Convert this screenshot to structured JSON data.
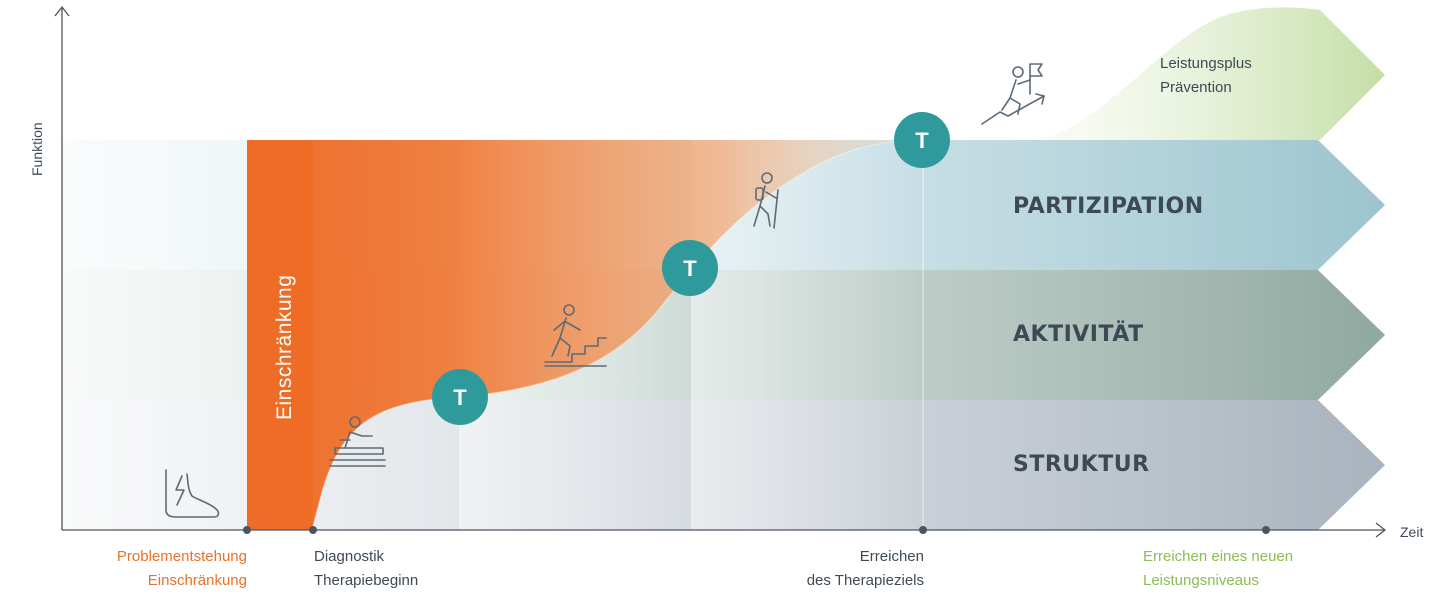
{
  "axes": {
    "y_label": "Funktion",
    "x_label": "Zeit"
  },
  "bands": {
    "structure": "STRUKTUR",
    "activity": "AKTIVITÄT",
    "participation": "PARTIZIPATION"
  },
  "restriction_label": "Einschränkung",
  "bonus": {
    "line1": "Leistungsplus",
    "line2": "Prävention"
  },
  "therapy_marker": "T",
  "milestones": [
    {
      "line1": "Problementstehung",
      "line2": "Einschränkung"
    },
    {
      "line1": "Diagnostik",
      "line2": "Therapiebeginn"
    },
    {
      "line1": "Erreichen",
      "line2": "des Therapieziels"
    },
    {
      "line1": "Erreichen eines neuen",
      "line2": "Leistungsniveaus"
    }
  ],
  "icons": [
    "injured-foot-icon",
    "treatment-bench-icon",
    "stair-climbing-icon",
    "hiker-icon",
    "summit-flag-icon"
  ],
  "colors": {
    "restriction_orange": "#ee6c26",
    "structure_gray": "#a9b3bd",
    "activity_green": "#8fa8a0",
    "participation_blue": "#9cc4cf",
    "bonus_green": "#c4dea6",
    "marker_teal": "#2e9a9c",
    "milestone_orange_text": "#e8722c",
    "milestone_green_text": "#8cbd52",
    "text_dark": "#3d4a56"
  }
}
